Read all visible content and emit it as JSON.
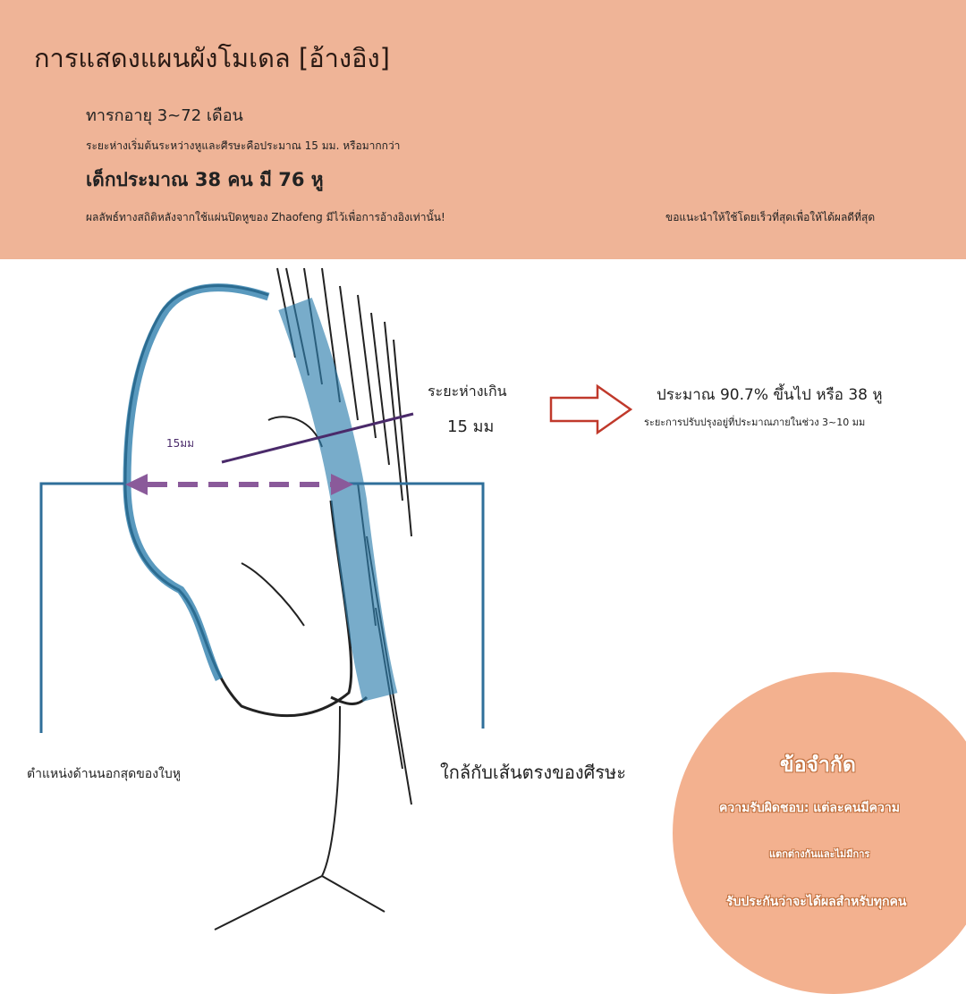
{
  "header": {
    "title": "การแสดงแผนผังโมเดล [อ้างอิง]",
    "age": "ทารกอายุ 3~72 เดือน",
    "distance_note": "ระยะห่างเริ่มต้นระหว่างหูและศีรษะคือประมาณ 15 มม. หรือมากกว่า",
    "sample": "เด็กประมาณ 38 คน มี 76 หู",
    "statistics_note": "ผลลัพธ์ทางสถิติหลังจากใช้แผ่นปิดหูของ Zhaofeng มีไว้เพื่อการอ้างอิงเท่านั้น!",
    "recommendation": "ขอแนะนำให้ใช้โดยเร็วที่สุดเพื่อให้ได้ผลดีที่สุด"
  },
  "diagram": {
    "gap_label": "15มม",
    "over_label": "ระยะห่างเกิน",
    "over_value": "15 มม",
    "result": "ประมาณ 90.7% ขึ้นไป หรือ 38 หู",
    "improvement_range": "ระยะการปรับปรุงอยู่ที่ประมาณภายในช่วง 3~10 มม",
    "outer_ear_label": "ตำแหน่งด้านนอกสุดของใบหู",
    "head_line_label": "ใกล้กับเส้นตรงของศีรษะ"
  },
  "limitations": {
    "title": "ข้อจำกัด",
    "line1": "ความรับผิดชอบ: แต่ละคนมีความ",
    "line2": "แตกต่างกันและไม่มีการ",
    "line3": "รับประกันว่าจะได้ผลสำหรับทุกคน"
  },
  "colors": {
    "header_bg": "#efb497",
    "highlight_blue": "#2f7fae",
    "arrow_purple": "#8a5a9a",
    "arrow_outline": "#c0392b"
  }
}
